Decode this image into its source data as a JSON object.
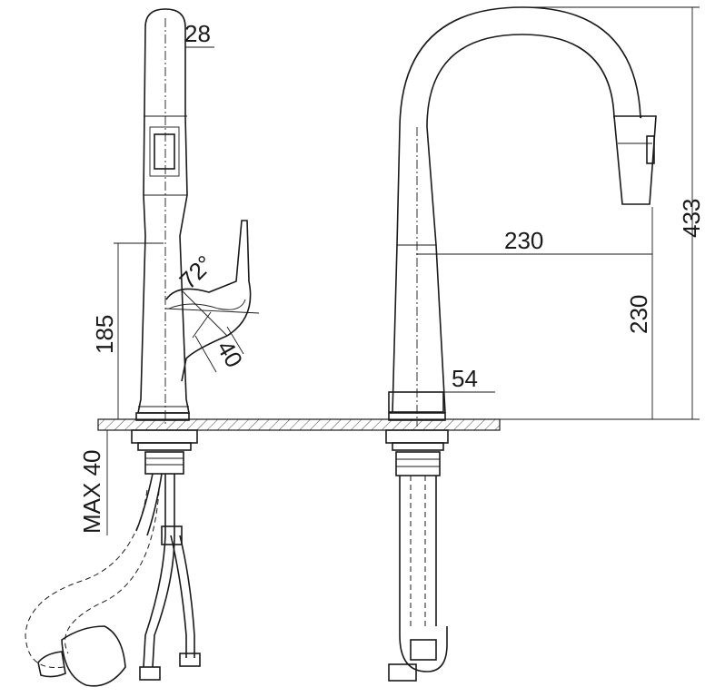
{
  "dimensions": {
    "spray_head_width": "28",
    "handle_angle": "72°",
    "handle_height": "185",
    "handle_length": "40",
    "max_counter_thickness": "MAX 40",
    "base_diameter": "54",
    "spout_reach": "230",
    "spout_outlet_height": "230",
    "total_height": "433"
  }
}
